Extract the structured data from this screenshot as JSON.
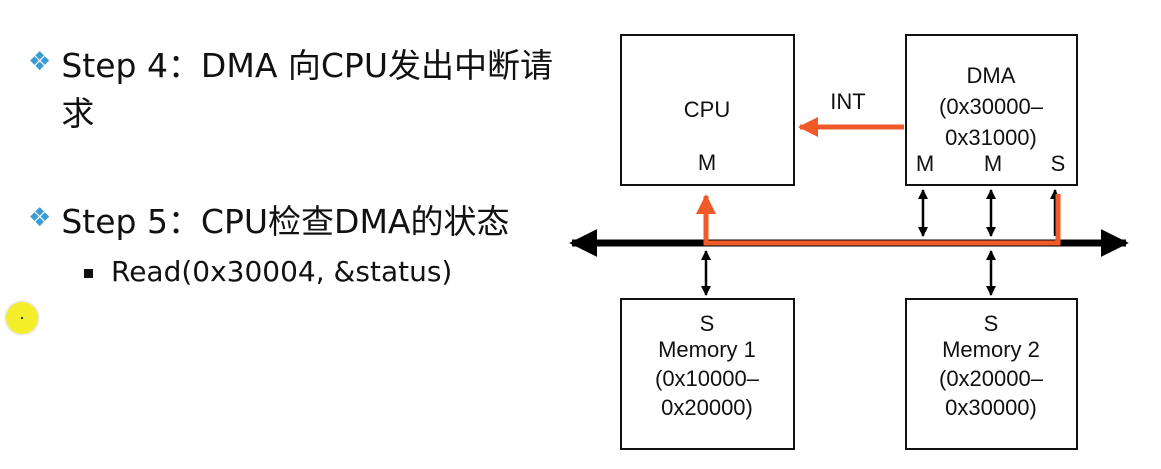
{
  "bullets": [
    {
      "icon": "diamond-bullet-icon",
      "line1": "Step 4：DMA 向CPU发出中断请",
      "line2": "求"
    },
    {
      "icon": "diamond-bullet-icon",
      "line1": "Step 5：CPU检查DMA的状态"
    }
  ],
  "sub_bullets": [
    {
      "text": "Read(0x30004, &status)"
    }
  ],
  "diagram": {
    "cpu": {
      "label": "CPU",
      "port": "M"
    },
    "dma": {
      "line1": "DMA",
      "line2": "(0x30000–",
      "line3": "0x31000)",
      "ports": [
        "M",
        "M",
        "S"
      ]
    },
    "memory1": {
      "port": "S",
      "line1": "Memory 1",
      "line2": "(0x10000–",
      "line3": "0x20000)"
    },
    "memory2": {
      "port": "S",
      "line1": "Memory 2",
      "line2": "(0x20000–",
      "line3": "0x30000)"
    },
    "int_label": "INT",
    "colors": {
      "bus": "#000000",
      "highlight": "#f05a28",
      "bullet": "#3a9bd5"
    }
  }
}
